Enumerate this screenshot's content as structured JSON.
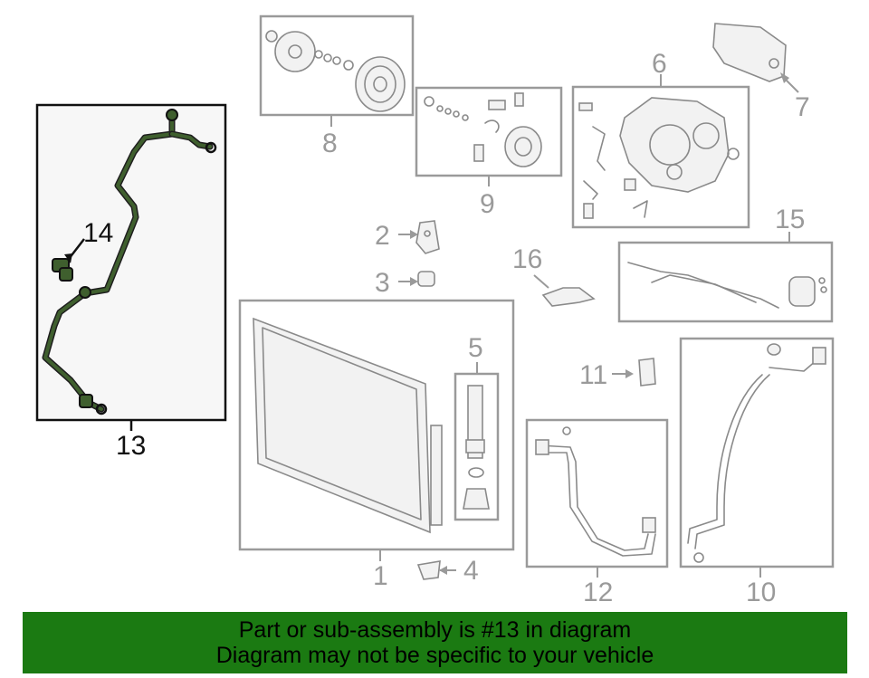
{
  "callouts": {
    "n1": "1",
    "n2": "2",
    "n3": "3",
    "n4": "4",
    "n5": "5",
    "n6": "6",
    "n7": "7",
    "n8": "8",
    "n9": "9",
    "n10": "10",
    "n11": "11",
    "n12": "12",
    "n13": "13",
    "n14": "14",
    "n15": "15",
    "n16": "16"
  },
  "banner": {
    "line1": "Part or sub-assembly is #13 in diagram",
    "line2": "Diagram may not be specific to your vehicle",
    "color": "#1b7a12"
  },
  "colors": {
    "highlight_hose": "#3f5f2e",
    "part_lines": "#8a8a8a"
  }
}
